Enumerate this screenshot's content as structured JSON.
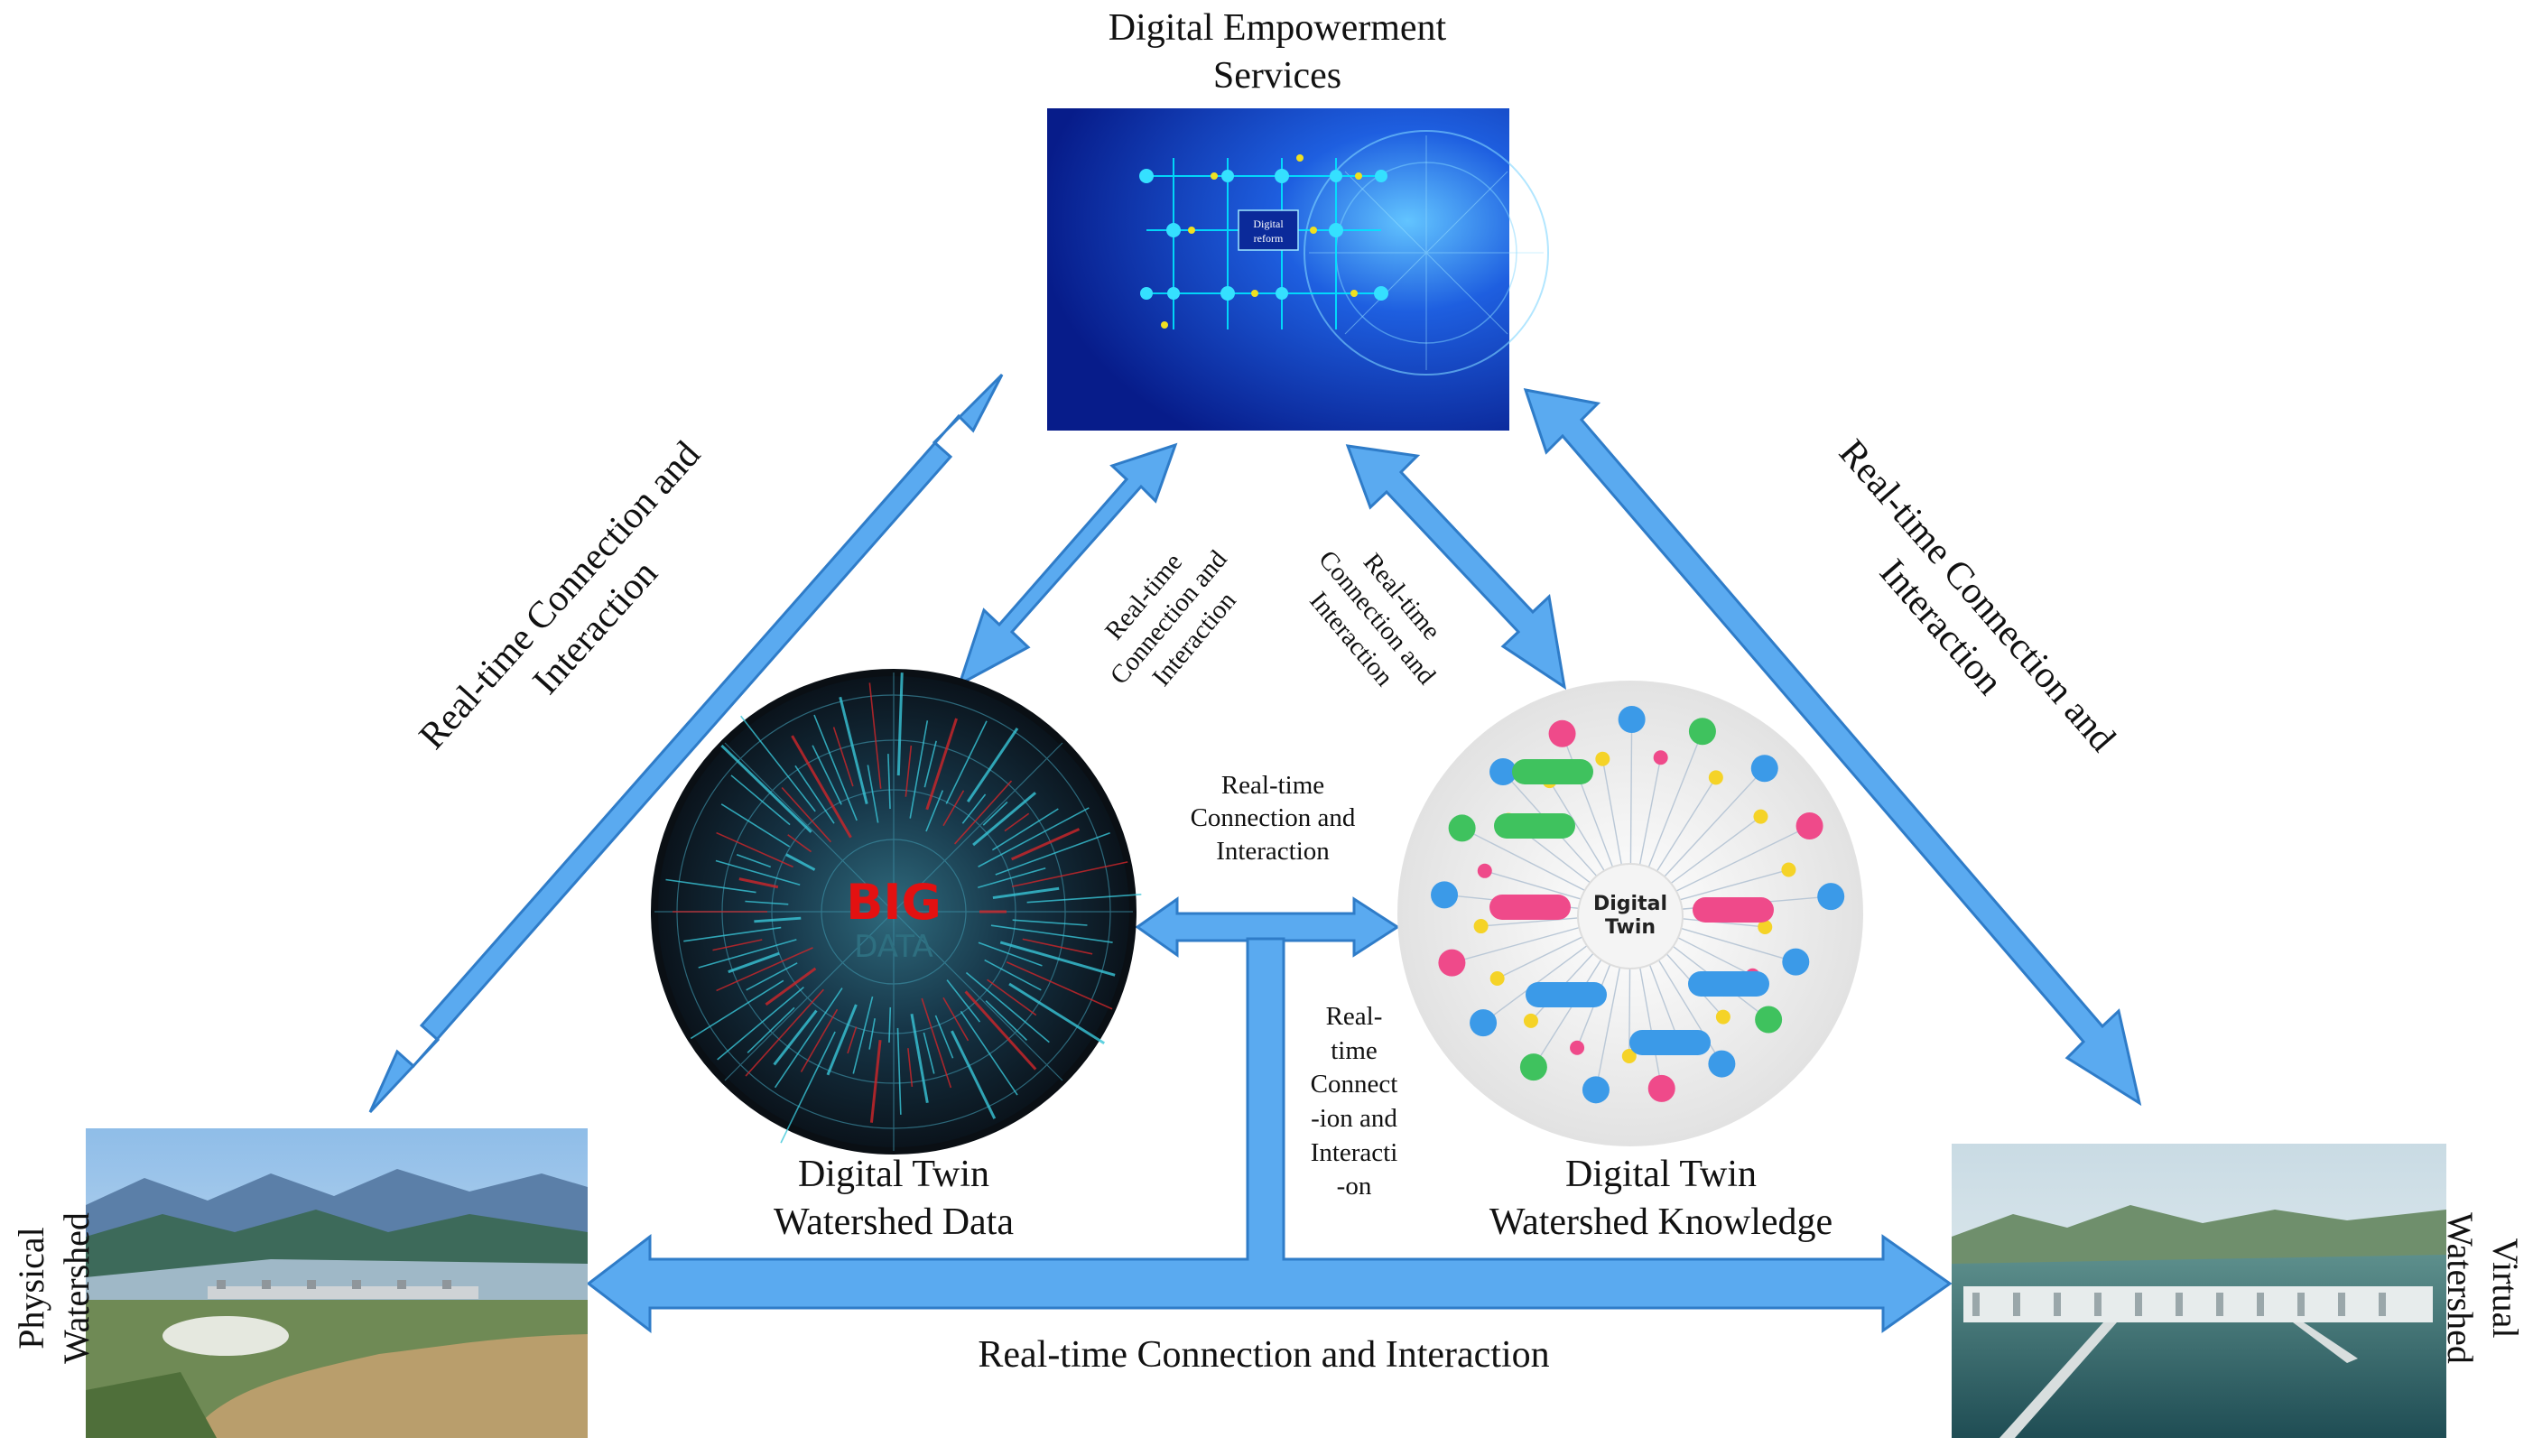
{
  "nodes": {
    "services": {
      "title_line1": "Digital Empowerment",
      "title_line2": "Services",
      "inner_label_line1": "Digital",
      "inner_label_line2": "reform"
    },
    "data": {
      "title_line1": "Digital Twin",
      "title_line2": "Watershed Data",
      "logo_line1": "BIG",
      "logo_line2": "DATA"
    },
    "knowledge": {
      "title_line1": "Digital Twin",
      "title_line2": "Watershed Knowledge",
      "center_line1": "Digital",
      "center_line2": "Twin"
    },
    "physical": {
      "label_line1": "Physical",
      "label_line2": "Watershed"
    },
    "virtual": {
      "label_line1": "Virtual",
      "label_line2": "Watershed"
    }
  },
  "connections": {
    "outer_left": {
      "line1": "Real-time Connection and",
      "line2": "Interaction"
    },
    "outer_right": {
      "line1": "Real-time Connection and",
      "line2": "Interaction"
    },
    "inner_left": {
      "line1": "Real-time",
      "line2": "Connection and",
      "line3": "Interaction"
    },
    "inner_right": {
      "line1": "Real-time",
      "line2": "Connection and",
      "line3": "Interaction"
    },
    "middle": {
      "line1": "Real-time",
      "line2": "Connection and",
      "line3": "Interaction"
    },
    "vertical": {
      "line1": "Real-",
      "line2": "time",
      "line3": "Connect",
      "line4": "-ion and",
      "line5": "Interacti",
      "line6": "-on"
    },
    "bottom": {
      "text": "Real-time Connection and Interaction"
    }
  },
  "colors": {
    "arrow_fill": "#5aaaf0",
    "arrow_stroke": "#2f7cc8",
    "services_bg": "#0a2fb8",
    "data_bg": "#0c1a24",
    "knowledge_bg": "#eeeeee"
  }
}
